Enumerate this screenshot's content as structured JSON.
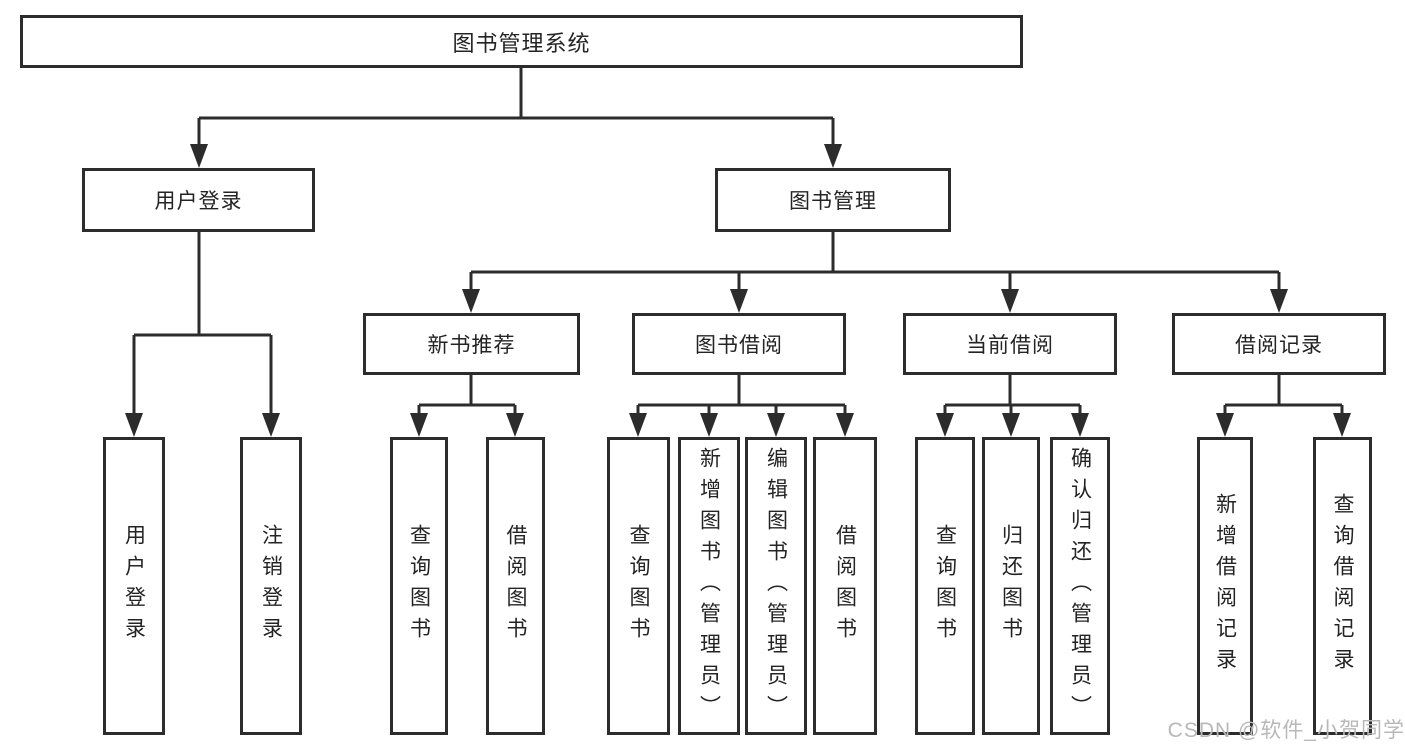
{
  "root_label": "图书管理系统",
  "branches": {
    "user_login": {
      "label": "用户登录",
      "children": [
        "用户登录",
        "注销登录"
      ]
    },
    "book_management": {
      "label": "图书管理",
      "sections": [
        {
          "label": "新书推荐",
          "children": [
            "查询图书",
            "借阅图书"
          ]
        },
        {
          "label": "图书借阅",
          "children": [
            "查询图书",
            "新增图书（管理员）",
            "编辑图书（管理员）",
            "借阅图书"
          ]
        },
        {
          "label": "当前借阅",
          "children": [
            "查询图书",
            "归还图书",
            "确认归还（管理员）"
          ]
        },
        {
          "label": "借阅记录",
          "children": [
            "新增借阅记录",
            "查询借阅记录"
          ]
        }
      ]
    }
  },
  "colors": {
    "line": "#2c2c2c",
    "text": "#242424",
    "watermark": "#b8b8b8"
  },
  "watermark": "CSDN @软件_小贺同学"
}
